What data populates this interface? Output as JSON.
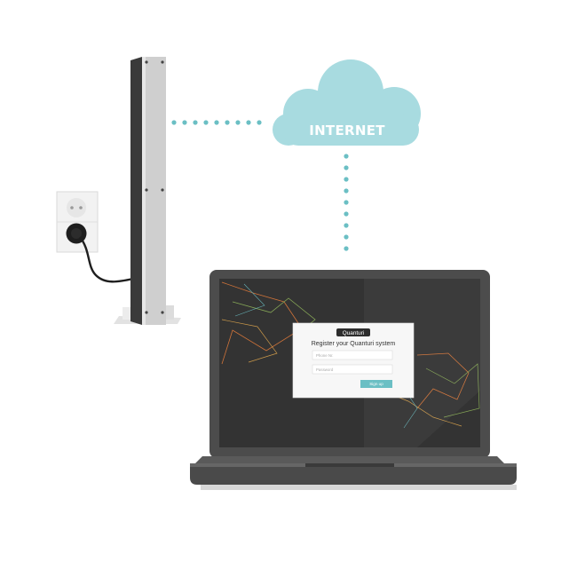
{
  "cloud": {
    "label": "INTERNET"
  },
  "login": {
    "logo": "Quanturi",
    "title": "Register your Quanturi system",
    "field1_placeholder": "Phone Nr.",
    "field2_placeholder": "Password",
    "button_label": "Sign up"
  },
  "colors": {
    "cloud": "#a8dbe0",
    "dots": "#6bbfc4",
    "antenna_dark": "#3a3a3a",
    "antenna_light": "#cfcfcf",
    "laptop_body": "#4c4c4c",
    "screen": "#333333",
    "login_button": "#6bbfc4"
  },
  "icons": [
    "power-plug-icon",
    "wall-socket-icon",
    "quanturi-logo"
  ]
}
